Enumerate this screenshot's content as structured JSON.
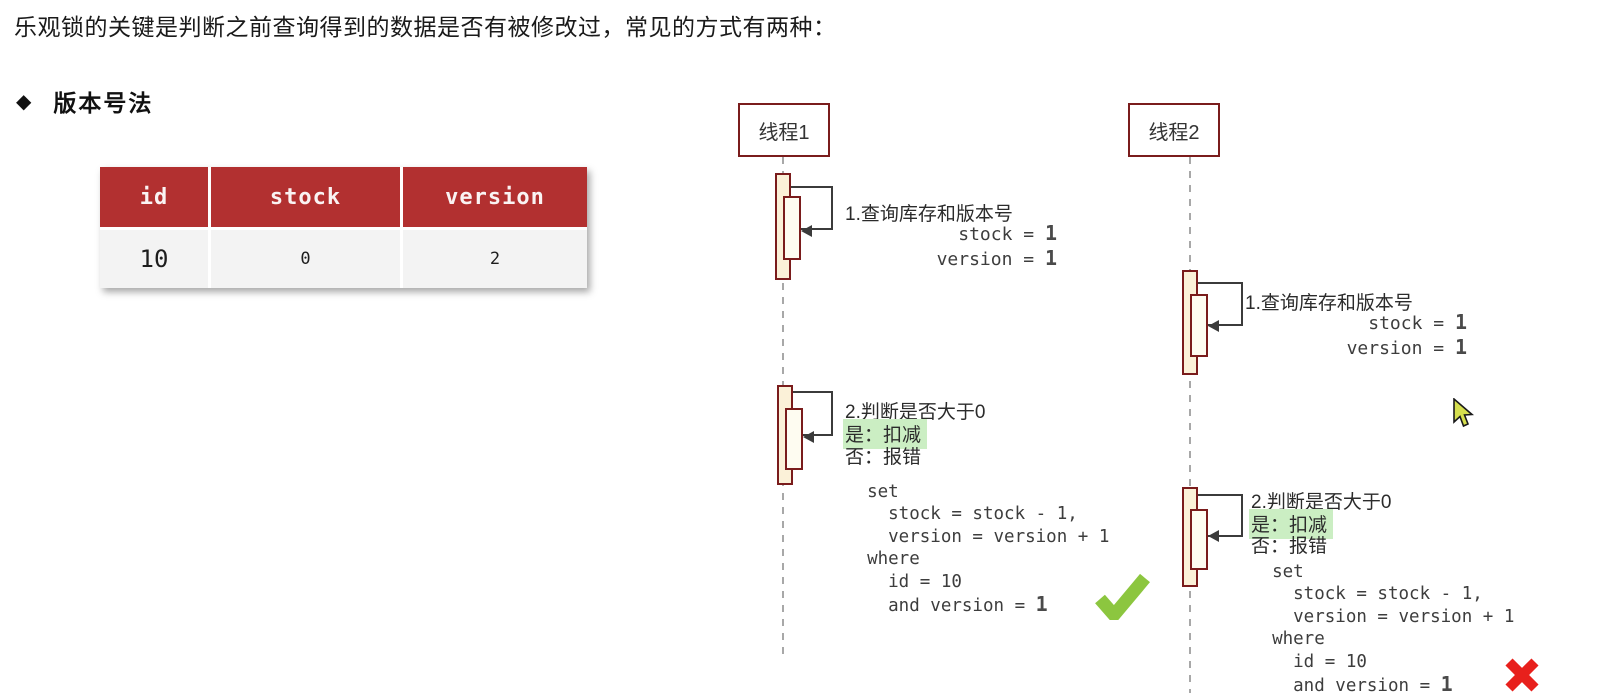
{
  "intro": {
    "text": "乐观锁的关键是判断之前查询得到的数据是否有被修改过，常见的方式有两种："
  },
  "section": {
    "bullet": "◆",
    "title": "版本号法"
  },
  "stock_table": {
    "headers": [
      "id",
      "stock",
      "version"
    ],
    "row": [
      "10",
      "0",
      "2"
    ]
  },
  "colors": {
    "table_header_red": "#B23030",
    "maroon_border": "#7A1C1C",
    "activation_fill": "#FBF1D8",
    "highlight_green": "#CBEEC3",
    "check_green": "#8CC63F",
    "cross_red": "#E8201C",
    "lifeline_gray": "#A8A8A8"
  },
  "threads": [
    {
      "name": "线程1",
      "step1": {
        "title": "1.查询库存和版本号",
        "stock_label": "stock = ",
        "stock_value": "1",
        "version_label": "version = ",
        "version_value": "1"
      },
      "step2": {
        "title": "2.判断是否大于0",
        "yes": "是：扣减",
        "no": "否：报错",
        "code": [
          "  set",
          "    stock = stock - 1,",
          "    version = version + 1",
          "  where",
          "    id = 10"
        ],
        "code_last_label": "    and version = ",
        "code_last_value": "1",
        "result_icon": "check-icon"
      }
    },
    {
      "name": "线程2",
      "step1": {
        "title": "1.查询库存和版本号",
        "stock_label": "stock = ",
        "stock_value": "1",
        "version_label": "version = ",
        "version_value": "1"
      },
      "step2": {
        "title": "2.判断是否大于0",
        "yes": "是：扣减",
        "no": "否：报错",
        "code": [
          "  set",
          "    stock = stock - 1,",
          "    version = version + 1",
          "  where",
          "    id = 10"
        ],
        "code_last_label": "    and version = ",
        "code_last_value": "1",
        "result_icon": "cross-icon"
      }
    }
  ],
  "cursor": {
    "icon": "mouse-pointer"
  }
}
